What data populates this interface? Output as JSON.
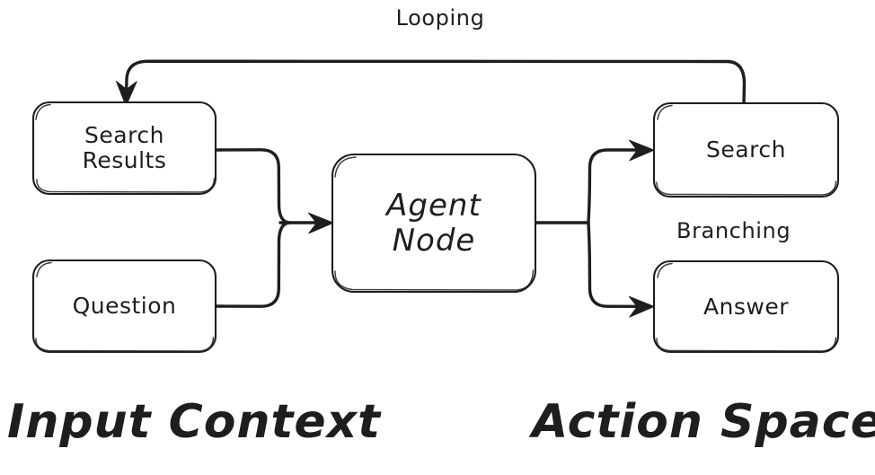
{
  "diagram": {
    "title": "Agent Node loop and branching diagram",
    "stroke_color": "#1e1e1e",
    "fill_color": "#ffffff",
    "background": "#ffffff"
  },
  "nodes": {
    "search_results": {
      "label": "Search\nResults",
      "name": "search-results-node"
    },
    "question": {
      "label": "Question",
      "name": "question-node"
    },
    "agent": {
      "label": "Agent\nNode",
      "name": "agent-node"
    },
    "search": {
      "label": "Search",
      "name": "search-node"
    },
    "answer": {
      "label": "Answer",
      "name": "answer-node"
    }
  },
  "edge_labels": {
    "looping": "Looping",
    "branching": "Branching"
  },
  "group_labels": {
    "input_context": "Input Context",
    "action_space": "Action Space"
  }
}
